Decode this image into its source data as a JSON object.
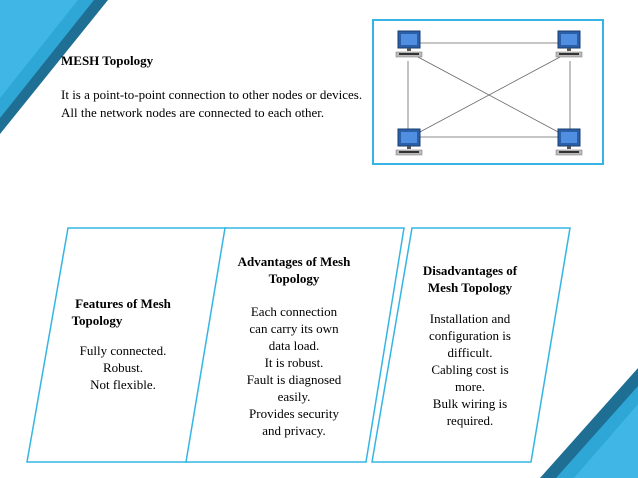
{
  "intro": {
    "title": "MESH Topology",
    "description": "It is a point-to-point connection to other nodes or devices. All the network nodes are connected to each other."
  },
  "colors": {
    "accent_dark": "#1e6f93",
    "accent_light": "#36b5e4",
    "card_border": "#36b5e4"
  },
  "diagram": {
    "nodes": [
      "computer-icon",
      "computer-icon",
      "computer-icon",
      "computer-icon"
    ]
  },
  "cards": [
    {
      "heading": [
        "Features of Mesh",
        "Topology"
      ],
      "lines": [
        "Fully connected.",
        "Robust.",
        "Not flexible."
      ]
    },
    {
      "heading": [
        "Advantages of Mesh",
        "Topology"
      ],
      "lines": [
        "Each connection",
        "can carry its own",
        "data load.",
        "It is robust.",
        "Fault is diagnosed",
        "easily.",
        "Provides security",
        "and privacy."
      ]
    },
    {
      "heading": [
        "Disadvantages of",
        "Mesh Topology"
      ],
      "lines": [
        "Installation and",
        "configuration is",
        "difficult.",
        "Cabling cost is",
        "more.",
        "Bulk wiring is",
        "required."
      ]
    }
  ]
}
